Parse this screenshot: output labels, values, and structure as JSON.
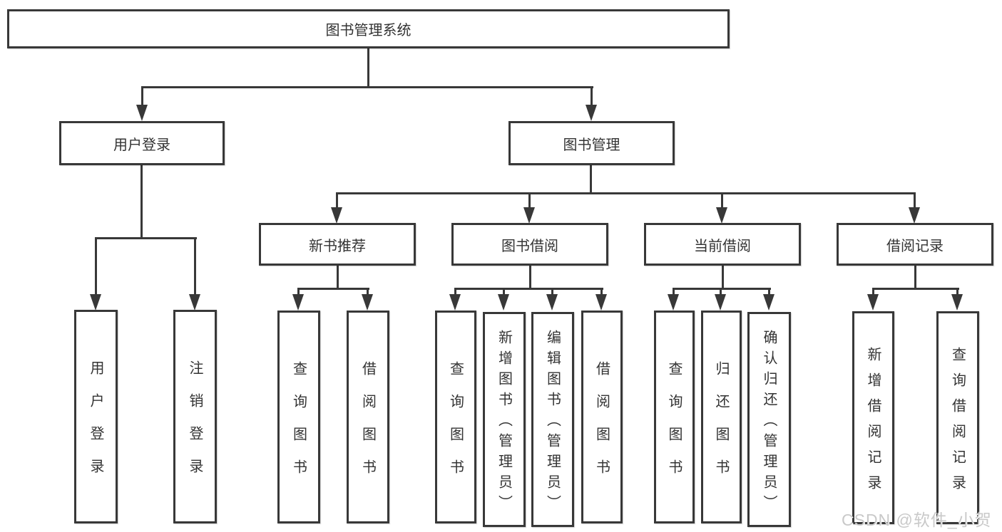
{
  "diagram": {
    "title": "图书管理系统",
    "root": "图书管理系统",
    "level2": {
      "user_login": "用户登录",
      "book_mgmt": "图书管理"
    },
    "level3": [
      "新书推荐",
      "图书借阅",
      "当前借阅",
      "借阅记录"
    ],
    "login_children": [
      "用户登录",
      "注销登录"
    ],
    "recommend_children": [
      "查询图书",
      "借阅图书"
    ],
    "borrow_children": [
      "查询图书",
      "新增图书（管理员）",
      "编辑图书（管理员）",
      "借阅图书"
    ],
    "current_children": [
      "查询图书",
      "归还图书",
      "确认归还（管理员）"
    ],
    "record_children": [
      "新增借阅记录",
      "查询借阅记录"
    ],
    "colors": {
      "line": "#383838",
      "text": "#333333",
      "watermark": "#c9c9c9"
    }
  },
  "watermark": "CSDN @软件_小贺同学"
}
